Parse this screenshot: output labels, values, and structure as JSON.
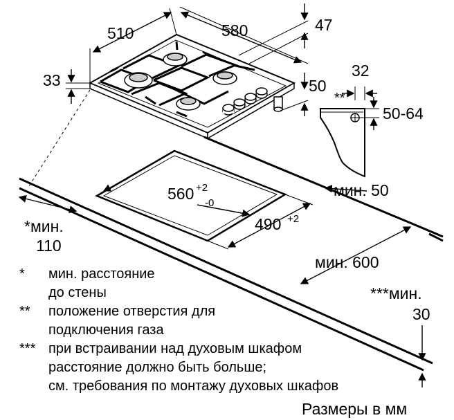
{
  "dimensions": {
    "hob_width": "580",
    "hob_depth": "510",
    "hob_side_height": "47",
    "hob_front_height": "33",
    "hob_below": "50",
    "gas_offset": "32",
    "gas_height": "50-64",
    "gas_mark": "**",
    "cutout_width": "560",
    "cutout_width_tol_plus": "+2",
    "cutout_width_tol_minus": "-0",
    "cutout_depth": "490",
    "cutout_depth_tol": "+2",
    "min_side": "мин. 50",
    "min_wall_a": "*мин.",
    "min_wall_b": "110",
    "min_cabinet": "мин. 600",
    "min_oven_a": "***мин.",
    "min_oven_b": "30"
  },
  "legend": [
    {
      "mark": "*",
      "line1": "мин. расстояние",
      "line2": "до стены"
    },
    {
      "mark": "**",
      "line1": "положение отверстия для",
      "line2": "подключения газа"
    },
    {
      "mark": "***",
      "line1": "при встраивании над духовым шкафом",
      "line2": "расстояние должно быть больше;",
      "line3": "см. требования по монтажу духовых шкафов"
    }
  ],
  "footer": "Размеры в мм"
}
